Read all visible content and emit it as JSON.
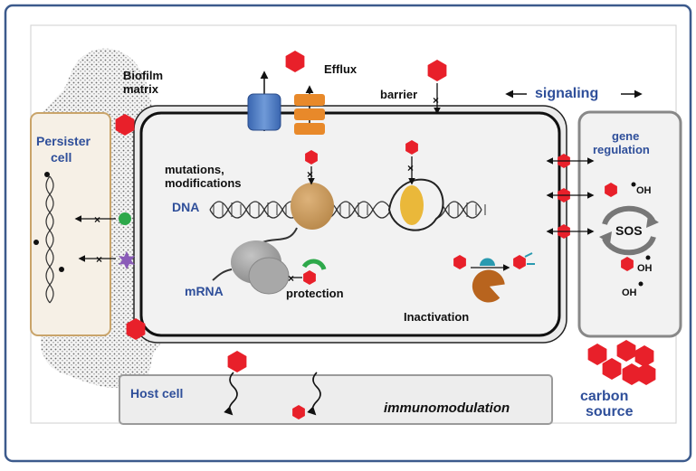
{
  "labels": {
    "biofilm_line1": "Biofilm",
    "biofilm_line2": "matrix",
    "efflux": "Efflux",
    "barrier": "barrier",
    "signaling": "signaling",
    "persister_line1": "Persister",
    "persister_line2": "cell",
    "gene_reg_line1": "gene",
    "gene_reg_line2": "regulation",
    "mutations_line1": "mutations,",
    "mutations_line2": "modifications",
    "dna": "DNA",
    "mrna": "mRNA",
    "protection": "protection",
    "inactivation": "Inactivation",
    "sos": "SOS",
    "oh": "OH",
    "host_cell": "Host cell",
    "immunomodulation": "immunomodulation",
    "carbon_line1": "carbon",
    "carbon_line2": "source"
  },
  "colors": {
    "frame_border": "#3c5a8c",
    "antibiotic": "#e8202a",
    "label_blue": "#2f4f9a",
    "pump_blue": "#4a78c2",
    "pump_orange": "#e8892a",
    "ribosome_gray": "#9a9a9a",
    "polymerase_tan": "#c9995a",
    "helicase_yellow": "#eab83a",
    "green_protein": "#2da84a",
    "purple_protein": "#8a5bb8",
    "teal_enzyme": "#2a9ab0",
    "brown_enzyme": "#b8641e",
    "cell_fill": "#f2f2f2"
  },
  "icons": [
    "antibiotic-hexagon",
    "efflux-pump",
    "dna-helix",
    "ribosome",
    "sos-cycle",
    "hydroxyl-radical",
    "enzyme-pacman"
  ]
}
